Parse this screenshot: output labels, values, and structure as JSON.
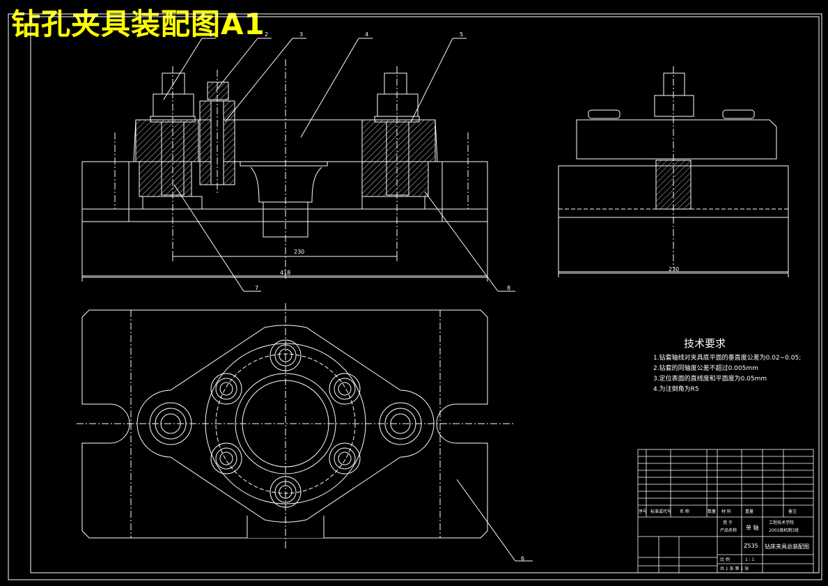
{
  "title": "钻孔夹具装配图A1",
  "tech_requirements": {
    "heading": "技术要求",
    "lines": [
      "1.钻套轴线对夹具底平面的垂直度公差为0.02~0.05;",
      "2.钻套的同轴度公差不超过0.005mm",
      "3.定位表面的直线度和平面度为0.05mm",
      "4.为注倒角为R5"
    ]
  },
  "dimensions": {
    "front_inner": "230",
    "front_outer": "418",
    "side_width": "230"
  },
  "callouts": [
    "1",
    "2",
    "3",
    "4",
    "5",
    "6",
    "7",
    "8"
  ],
  "title_block": {
    "col_headers": [
      "序号",
      "标准或代号",
      "名  称",
      "数量",
      "材  料",
      "重量",
      "备注"
    ],
    "drawing_name": "钻床夹具总装配图",
    "school_line1": "工程技术学院",
    "school_line2": "2001级机制3班",
    "scale_label": "比  例",
    "scale_value": "1 : 1",
    "sheet_label": "共  1  张  第  1  张",
    "machine": "Z535",
    "usage_label": "用  于",
    "product_label": "产品名称",
    "unit_label": "单 轴"
  }
}
